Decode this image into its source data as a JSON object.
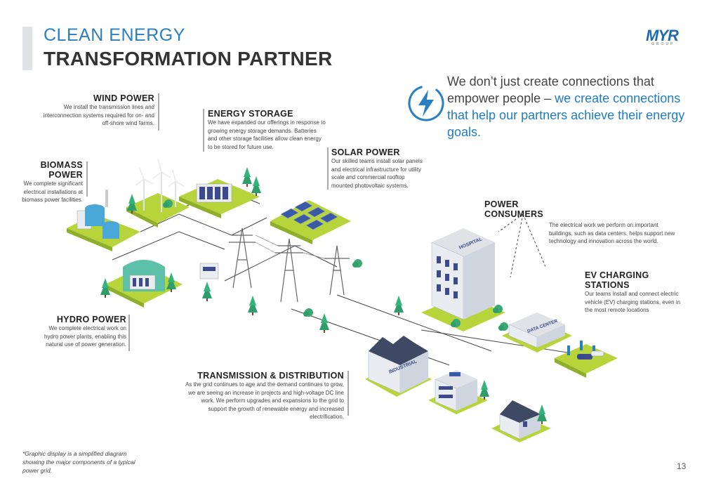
{
  "header": {
    "title_line1": "CLEAN ENERGY",
    "title_line2": "TRANSFORMATION PARTNER"
  },
  "logo": {
    "main": "MYR",
    "sub": "GROUP"
  },
  "quote": {
    "icon": "lightning-bolt-icon",
    "plain": "We don’t just create connections that empower people – ",
    "highlight": "we create connections that help our partners achieve their energy goals."
  },
  "sections": {
    "wind": {
      "title": "WIND POWER",
      "desc": "We install the transmission lines and interconnection systems required for on- and off-shore wind farms."
    },
    "storage": {
      "title": "ENERGY STORAGE",
      "desc": "We have expanded our offerings in response to growing energy storage demands. Batteries and other storage facilities allow clean energy to be stored for future use."
    },
    "biomass": {
      "title": "BIOMASS POWER",
      "desc": "We complete significant electrical installations at biomass power facilities."
    },
    "solar": {
      "title": "SOLAR POWER",
      "desc": "Our skilled teams install solar panels and electrical infrastructure for utility scale and commercial rooftop mounted photovoltaic systems."
    },
    "consumers": {
      "title": "POWER CONSUMERS",
      "desc": "The electrical work we perform on important buildings, such as data centers, helps support new technology and innovation across the world."
    },
    "ev": {
      "title": "EV CHARGING STATIONS",
      "desc": "Our teams install and connect electric vehicle (EV) charging stations, even in the most remote locations"
    },
    "hydro": {
      "title": "HYDRO POWER",
      "desc": "We complete electrical work on hydro power plants, enabling this natural use of power generation."
    },
    "transmission": {
      "title": "TRANSMISSION & DISTRIBUTION",
      "desc": "As the grid continues to age and the demand continues to grow, we are seeing an increase in projects and high-voltage DC line work. We perform upgrades and expansions to the grid to support the growth of renewable energy and increased electrification."
    }
  },
  "building_labels": {
    "hospital": "HOSPITAL",
    "data_center": "DATA CENTER",
    "industrial": "INDUSTRIAL"
  },
  "footnote": "*Graphic display is a simplified diagram showing the major components of a typical power grid.",
  "page_number": "13",
  "colors": {
    "accent_blue": "#2a7fc1",
    "grass": "#b7d53b",
    "ground_side": "#8fae2a",
    "tree": "#2e9e6b",
    "building": "#e9ecf1",
    "window": "#3a4a8c"
  }
}
